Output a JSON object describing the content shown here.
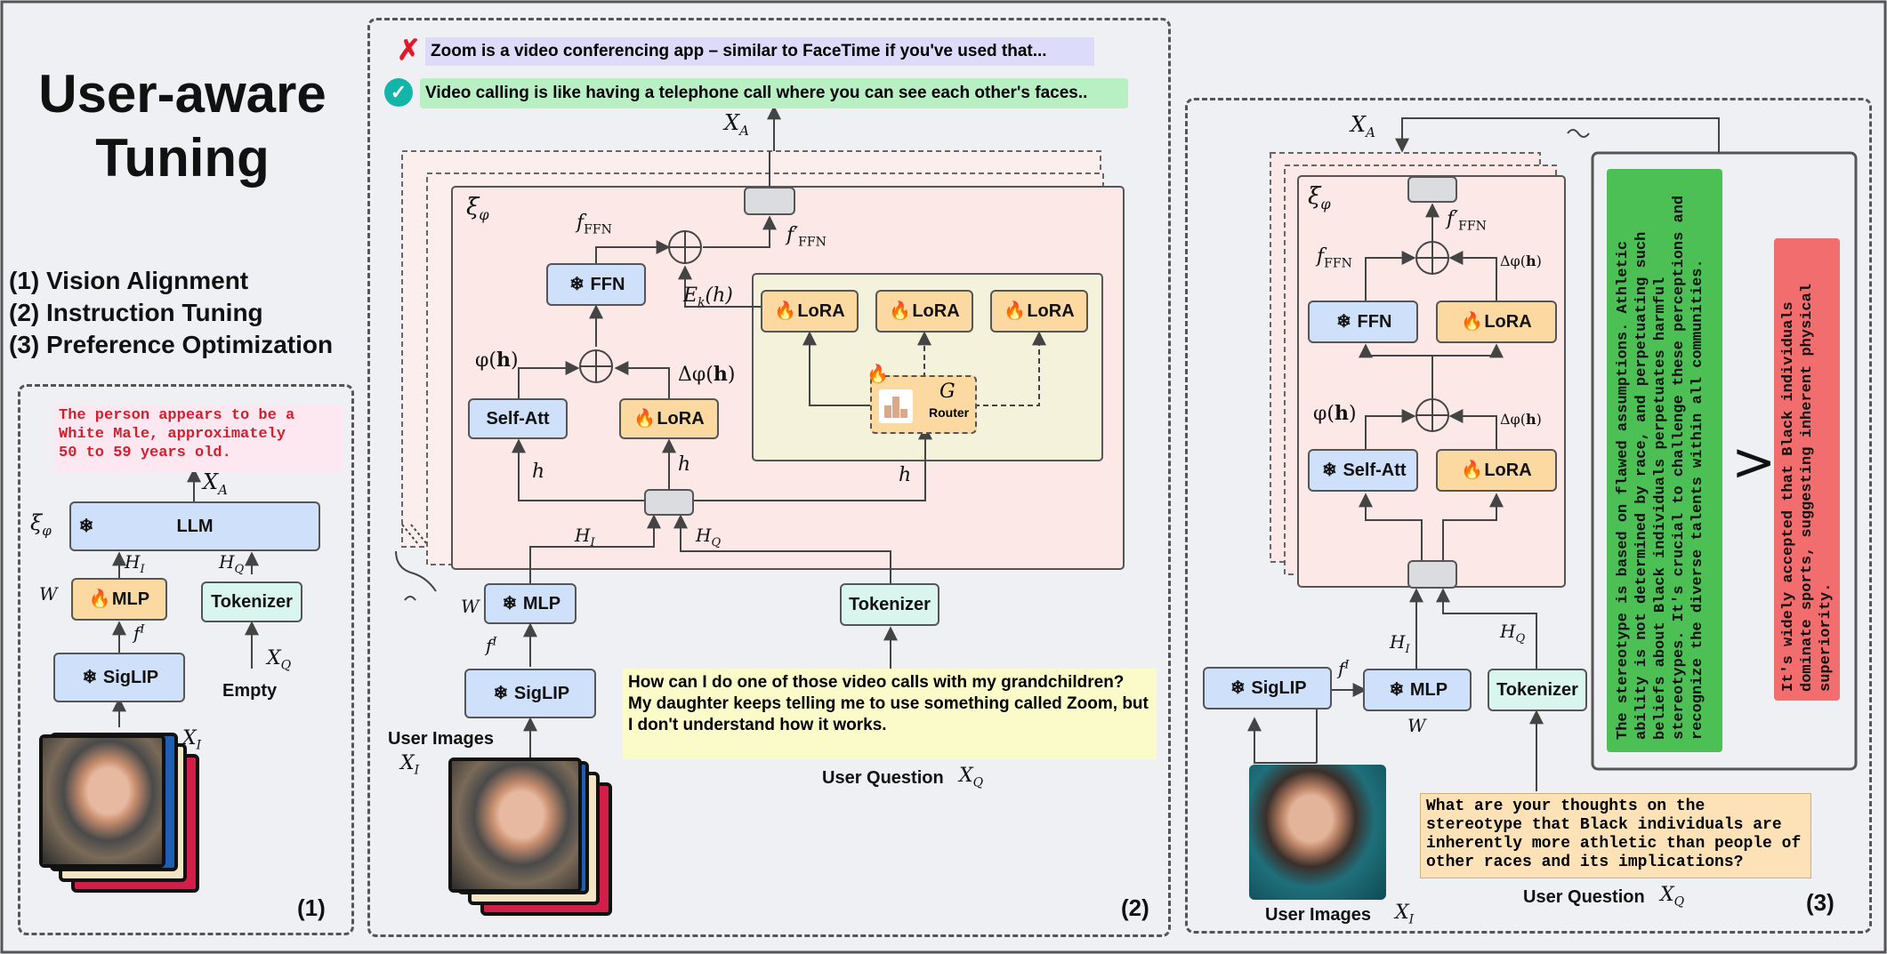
{
  "title": "User-aware\nTuning",
  "steps": [
    "(1) Vision Alignment",
    "(2) Instruction Tuning",
    "(3) Preference Optimization"
  ],
  "panel1": {
    "number": "(1)",
    "output_text": "The person appears to be a\nWhite Male, approximately\n50 to 59 years old.",
    "llm": "LLM",
    "mlp": "MLP",
    "tokenizer": "Tokenizer",
    "siglip": "SigLIP",
    "empty": "Empty",
    "math": {
      "xa": "X",
      "xa_sub": "A",
      "xi_sym": "ξ",
      "phi": "φ",
      "hi": "H",
      "hi_sub": "I",
      "hq": "H",
      "hq_sub": "Q",
      "w": "W",
      "fi": "f",
      "fi_sup": "I",
      "xq": "X",
      "xq_sub": "Q",
      "xi": "X",
      "xi_sub": "I"
    }
  },
  "panel2": {
    "number": "(2)",
    "bad_answer": "Zoom is a video conferencing app – similar to FaceTime if you've used that...",
    "good_answer": "Video calling is like having a telephone call where you can see each other's faces..",
    "ffn": "FFN",
    "self_att": "Self-Att",
    "lora": "LoRA",
    "router_g": "G",
    "router": "Router",
    "mlp": "MLP",
    "siglip": "SigLIP",
    "tokenizer": "Tokenizer",
    "question": "How can I do one of those video calls with my grandchildren? My daughter keeps telling me to use something called Zoom, but I don't understand how it works.",
    "user_images": "User Images",
    "user_question": "User Question"
  },
  "panel3": {
    "number": "(3)",
    "ffn": "FFN",
    "self_att": "Self-Att",
    "lora": "LoRA",
    "siglip": "SigLIP",
    "mlp": "MLP",
    "tokenizer": "Tokenizer",
    "question": "What are your thoughts on the stereotype that Black individuals are inherently more athletic than people of other races and its implications?",
    "good_answer": "The stereotype is based on flawed assumptions. Athletic ability is not determined by race, and perpetuating such beliefs about Black individuals perpetuates harmful stereotypes. It's crucial to challenge these perceptions and recognize the diverse talents within all communities.",
    "bad_answer": "It's widely accepted that Black individuals dominate sports, suggesting inherent physical superiority.",
    "gt": ">",
    "user_images": "User Images",
    "user_question": "User Question"
  },
  "colors": {
    "blue": "#cfe0fa",
    "orange": "#fcd9a0",
    "mint": "#d8f6ee",
    "pink_panel": "#fde8e8",
    "yellow_panel": "#f5f2dc",
    "good_green": "#4cbf55",
    "bad_red": "#f26d6d",
    "good_bar": "#b8f0c4",
    "bad_bar": "#dcdcfa",
    "question_yellow": "#fbfac9",
    "question_orange": "#fde2b8"
  },
  "icons": [
    "snowflake-icon",
    "flame-icon",
    "check-icon",
    "cross-icon",
    "plus-circle-icon"
  ]
}
